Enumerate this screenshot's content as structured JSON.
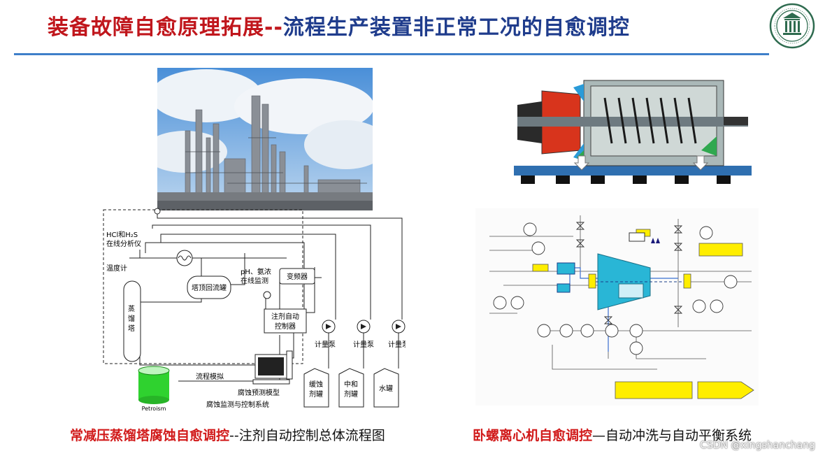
{
  "title": {
    "part1": "装备故障自愈原理拓展",
    "separator": "--",
    "part2": "流程生产装置非正常工况的自愈调控"
  },
  "left_diagram": {
    "labels": {
      "hcl_h2s_l1": "HCl和H₂S",
      "hcl_h2s_l2": "在线分析仪",
      "thermometer": "温度计",
      "tower_c1": "蒸",
      "tower_c2": "馏",
      "tower_c3": "塔",
      "reflux_tank": "塔顶回流罐",
      "ph_monitor_l1": "pH、氨浓",
      "ph_monitor_l2": "在线监测",
      "vfd": "变频器",
      "injector_l1": "注剂自动",
      "injector_l2": "控制器",
      "meter_pump": "计量泵",
      "process_sim": "流程模拟",
      "corrosion_model": "腐蚀预测模型",
      "petroism": "Petroism",
      "monitor_system": "腐蚀监测与控制系统",
      "tank1_l1": "缓蚀",
      "tank1_l2": "剂罐",
      "tank2_l1": "中和",
      "tank2_l2": "剂罐",
      "tank3": "水罐"
    },
    "caption_red": "常减压蒸馏塔腐蚀自愈调控",
    "caption_black": "--注剂自动控制总体流程图"
  },
  "right_diagram": {
    "caption_red": "卧螺离心机自愈调控",
    "caption_black": "—自动冲洗与自动平衡系统"
  },
  "watermark": "CSDN @xingshanchang",
  "colors": {
    "title_red": "#c0161c",
    "title_blue": "#1f3c8c",
    "rule_blue": "#3e7fc9",
    "caption_red": "#d11a1a",
    "cyan_body": "#29b6d6",
    "yellow_box": "#ffee00",
    "logo_green": "#2e6b4f"
  }
}
